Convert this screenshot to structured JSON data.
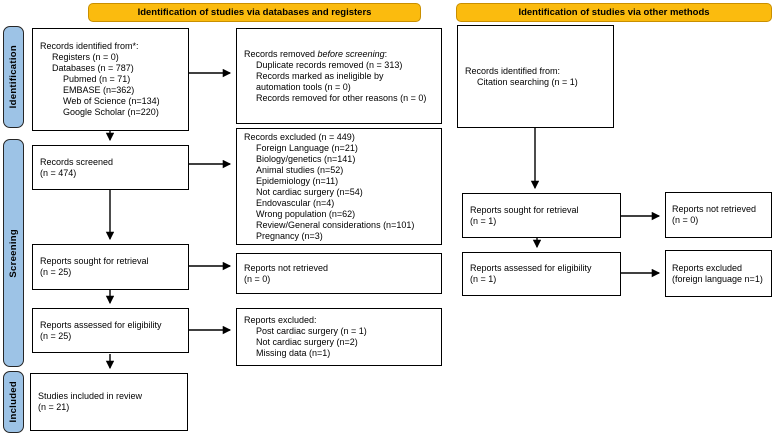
{
  "headers": {
    "databases": "Identification of studies via databases and registers",
    "other": "Identification of studies via other methods"
  },
  "stages": {
    "identification": "Identification",
    "screening": "Screening",
    "included": "Included"
  },
  "colors": {
    "header_fill": "#FBBB0E",
    "header_border": "#C98F00",
    "stage_fill": "#9DC3E6",
    "box_border": "#000000",
    "arrow": "#000000"
  },
  "left": {
    "records_identified": {
      "lines": [
        {
          "t": "Records identified from*:",
          "i": 0
        },
        {
          "t": "Registers (n = 0)",
          "i": 1
        },
        {
          "t": "Databases (n = 787)",
          "i": 1
        },
        {
          "t": "Pubmed (n = 71)",
          "i": 2
        },
        {
          "t": "EMBASE (n=362)",
          "i": 2
        },
        {
          "t": "Web of Science (n=134)",
          "i": 2
        },
        {
          "t": "Google Scholar (n=220)",
          "i": 2
        }
      ]
    },
    "records_screened": {
      "label": "Records screened",
      "count": "(n = 474)"
    },
    "reports_sought": {
      "label": "Reports sought for retrieval",
      "count": "(n = 25)"
    },
    "reports_assessed": {
      "label": "Reports assessed for eligibility",
      "count": "(n = 25)"
    },
    "studies_included": {
      "label": "Studies included in review",
      "count": "(n = 21)"
    }
  },
  "mid": {
    "records_removed": {
      "title_prefix": "Records removed ",
      "title_italic": "before screening",
      "title_suffix": ":",
      "lines": [
        {
          "t": "Duplicate records removed (n = 313)",
          "i": 1
        },
        {
          "t": "Records marked as ineligible by",
          "i": 1
        },
        {
          "t": "automation tools (n = 0)",
          "i": 1
        },
        {
          "t": "Records removed for other reasons (n = 0)",
          "i": 1
        }
      ]
    },
    "records_excluded": {
      "lines": [
        {
          "t": "Records excluded (n = 449)",
          "i": 0
        },
        {
          "t": "Foreign Language (n=21)",
          "i": 1
        },
        {
          "t": "Biology/genetics (n=141)",
          "i": 1
        },
        {
          "t": "Animal studies (n=52)",
          "i": 1
        },
        {
          "t": "Epidemiology (n=11)",
          "i": 1
        },
        {
          "t": "Not cardiac surgery (n=54)",
          "i": 1
        },
        {
          "t": "Endovascular (n=4)",
          "i": 1
        },
        {
          "t": "Wrong population (n=62)",
          "i": 1
        },
        {
          "t": "Review/General considerations (n=101)",
          "i": 1
        },
        {
          "t": "Pregnancy (n=3)",
          "i": 1
        }
      ]
    },
    "reports_not_retrieved": {
      "label": "Reports not retrieved",
      "count": "(n = 0)"
    },
    "reports_excluded": {
      "lines": [
        {
          "t": "Reports excluded:",
          "i": 0
        },
        {
          "t": "Post cardiac surgery (n = 1)",
          "i": 1
        },
        {
          "t": "Not cardiac surgery (n=2)",
          "i": 1
        },
        {
          "t": "Missing data (n=1)",
          "i": 1
        }
      ]
    }
  },
  "right": {
    "records_identified": {
      "lines": [
        {
          "t": "Records identified from:",
          "i": 0
        },
        {
          "t": "Citation searching (n = 1)",
          "i": 1
        }
      ]
    },
    "reports_sought": {
      "label": "Reports sought for retrieval",
      "count": "(n = 1)"
    },
    "reports_assessed": {
      "label": "Reports assessed for eligibility",
      "count": "(n = 1)"
    },
    "reports_not_retrieved": {
      "label": "Reports not retrieved",
      "count": "(n = 0)"
    },
    "reports_excluded": {
      "label": "Reports excluded",
      "count": "(foreign language n=1)"
    }
  }
}
